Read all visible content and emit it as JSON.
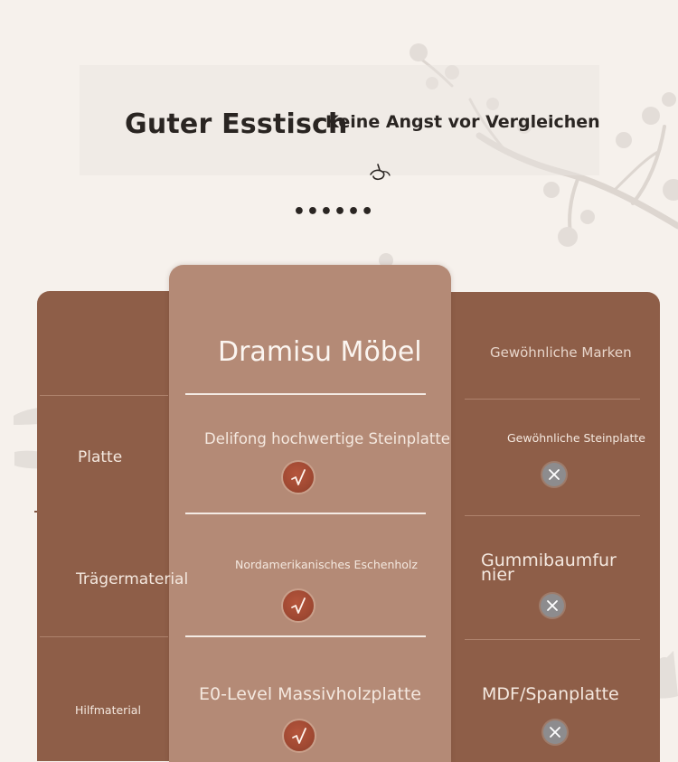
{
  "header": {
    "title": "Guter Esstisch",
    "subtitle": "Keine Angst vor Vergleichen",
    "dots": "••••••"
  },
  "comparison": {
    "brand_column": {
      "heading": "Dramisu Möbel",
      "cells": [
        "Delifong hochwertige Steinplatte",
        "Nordamerikanisches Eschenholz",
        "E0-Level Massivholzplatte"
      ]
    },
    "other_column": {
      "heading": "Gewöhnliche Marken",
      "cells": [
        "Gewöhnliche Steinplatte",
        "Gummibaumfur\nnier",
        "MDF/Spanplatte"
      ]
    },
    "row_labels": [
      "Platte",
      "Trägermaterial",
      "Hilfmaterial"
    ]
  },
  "icons": {
    "check": "check-icon",
    "cross": "x-icon"
  },
  "colors": {
    "page_background": "#f6f1ec",
    "side_column": "#8e5e48",
    "middle_column": "#b48a76",
    "check_badge": "#a24a33",
    "cross_badge": "#8d8c8e"
  }
}
